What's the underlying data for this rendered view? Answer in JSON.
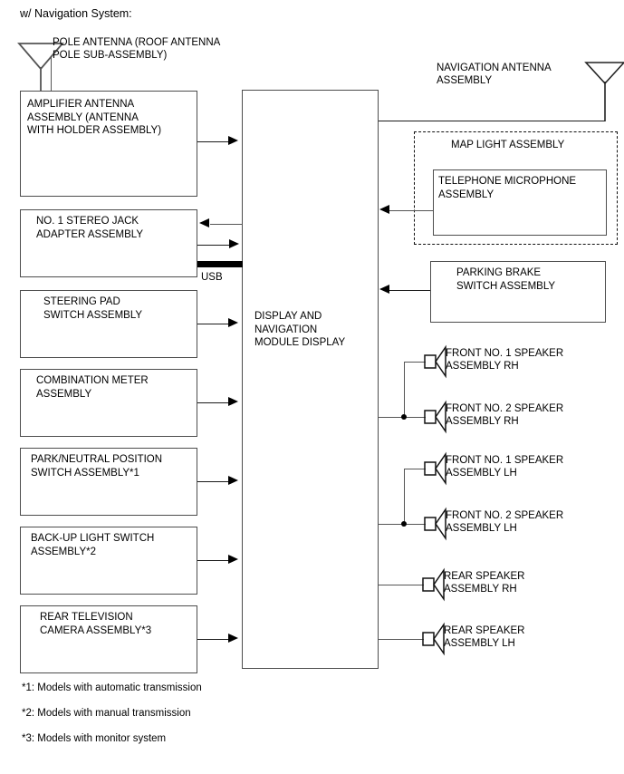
{
  "title": "w/ Navigation System:",
  "colors": {
    "line": "#555555",
    "box_border": "#4d4d4d",
    "text": "#000000",
    "usb_bar": "#000000",
    "background": "#ffffff"
  },
  "antennas": [
    {
      "name": "pole-antenna",
      "label": "POLE ANTENNA (ROOF ANTENNA\nPOLE SUB-ASSEMBLY)"
    },
    {
      "name": "navigation-antenna",
      "label": "NAVIGATION ANTENNA\nASSEMBLY"
    }
  ],
  "center_module": {
    "label": "DISPLAY AND\nNAVIGATION\nMODULE DISPLAY"
  },
  "left_boxes": [
    {
      "name": "amplifier-antenna-assembly",
      "label": "AMPLIFIER ANTENNA\nASSEMBLY (ANTENNA\nWITH HOLDER ASSEMBLY)",
      "align": "left"
    },
    {
      "name": "no1-stereo-jack-adapter-assembly",
      "label": "NO. 1 STEREO JACK\nADAPTER ASSEMBLY",
      "align": "center"
    },
    {
      "name": "steering-pad-switch-assembly",
      "label": "STEERING PAD\nSWITCH ASSEMBLY",
      "align": "center"
    },
    {
      "name": "combination-meter-assembly",
      "label": "COMBINATION METER\nASSEMBLY",
      "align": "left"
    },
    {
      "name": "park-neutral-position-switch-assembly",
      "label": "PARK/NEUTRAL POSITION\nSWITCH ASSEMBLY*1",
      "align": "left"
    },
    {
      "name": "back-up-light-switch-assembly",
      "label": "BACK-UP LIGHT SWITCH\nASSEMBLY*2",
      "align": "left"
    },
    {
      "name": "rear-television-camera-assembly",
      "label": "REAR TELEVISION\nCAMERA ASSEMBLY*3",
      "align": "center"
    }
  ],
  "usb_label": "USB",
  "map_light": {
    "name": "map-light-assembly",
    "label": "MAP LIGHT ASSEMBLY",
    "inner": {
      "name": "telephone-microphone-assembly",
      "label": "TELEPHONE MICROPHONE\nASSEMBLY"
    }
  },
  "parking_brake": {
    "name": "parking-brake-switch-assembly",
    "label": "PARKING BRAKE\nSWITCH ASSEMBLY"
  },
  "speakers": [
    {
      "name": "front-no1-speaker-assembly-rh",
      "label": "FRONT NO. 1 SPEAKER\nASSEMBLY RH"
    },
    {
      "name": "front-no2-speaker-assembly-rh",
      "label": "FRONT NO. 2 SPEAKER\nASSEMBLY RH"
    },
    {
      "name": "front-no1-speaker-assembly-lh",
      "label": "FRONT NO. 1 SPEAKER\nASSEMBLY LH"
    },
    {
      "name": "front-no2-speaker-assembly-lh",
      "label": "FRONT NO. 2 SPEAKER\nASSEMBLY LH"
    },
    {
      "name": "rear-speaker-assembly-rh",
      "label": "REAR SPEAKER\nASSEMBLY RH"
    },
    {
      "name": "rear-speaker-assembly-lh",
      "label": "REAR SPEAKER\nASSEMBLY LH"
    }
  ],
  "footnotes": [
    "*1: Models with automatic transmission",
    "*2: Models with manual transmission",
    "*3: Models with monitor system"
  ]
}
